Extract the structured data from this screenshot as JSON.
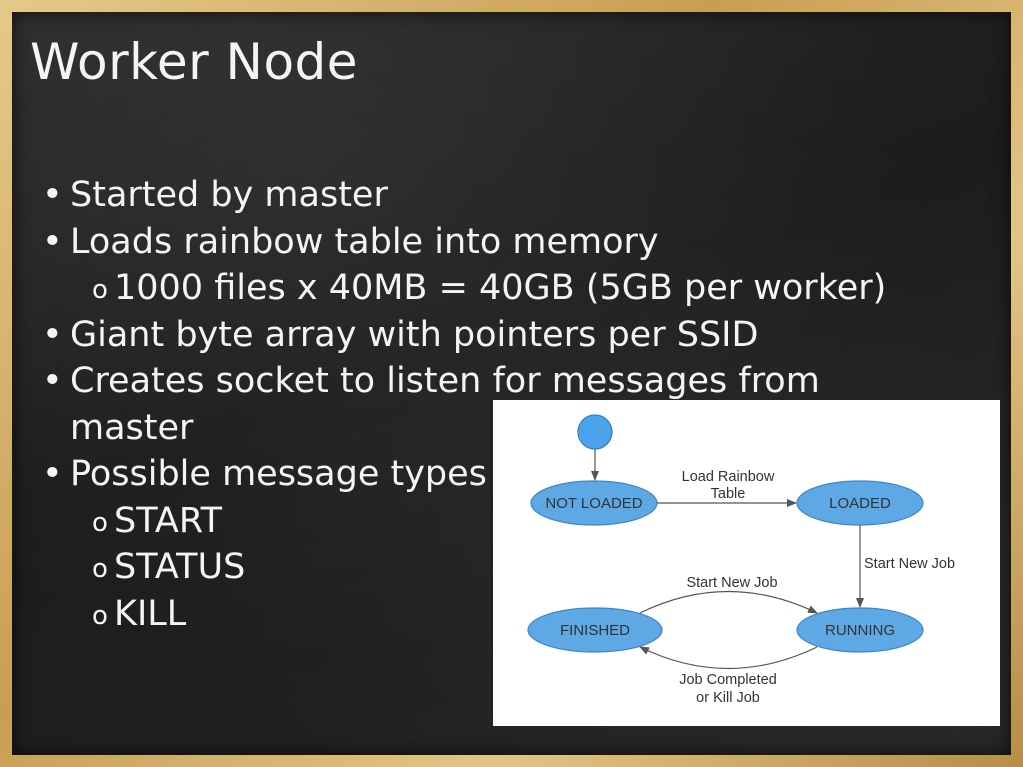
{
  "slide": {
    "title": "Worker Node",
    "bullets": [
      {
        "level": 1,
        "marker": "•",
        "text": "Started by master"
      },
      {
        "level": 1,
        "marker": "•",
        "text": "Loads rainbow table into memory"
      },
      {
        "level": 2,
        "marker": "o",
        "text": "1000 files x 40MB = 40GB (5GB per worker)"
      },
      {
        "level": 1,
        "marker": "•",
        "text": "Giant byte array with pointers per SSID"
      },
      {
        "level": 1,
        "marker": "•",
        "text": "Creates socket to listen for messages from"
      },
      {
        "level": 0,
        "marker": "",
        "text": "master"
      },
      {
        "level": 1,
        "marker": "•",
        "text": "Possible message types"
      },
      {
        "level": 2,
        "marker": "o",
        "text": "START"
      },
      {
        "level": 2,
        "marker": "o",
        "text": "STATUS"
      },
      {
        "level": 2,
        "marker": "o",
        "text": "KILL"
      }
    ]
  },
  "diagram": {
    "states": {
      "not_loaded": "NOT LOADED",
      "loaded": "LOADED",
      "running": "RUNNING",
      "finished": "FINISHED"
    },
    "transitions": {
      "load_line1": "Load Rainbow",
      "load_line2": "Table",
      "start_new_job_right": "Start New Job",
      "start_new_job_top": "Start New Job",
      "completed_line1": "Job Completed",
      "completed_line2": "or Kill Job"
    },
    "colors": {
      "state_fill": "#5fa8e6",
      "state_stroke": "#3d86c6",
      "start_fill": "#4ba3ec",
      "arrow": "#555555"
    }
  }
}
